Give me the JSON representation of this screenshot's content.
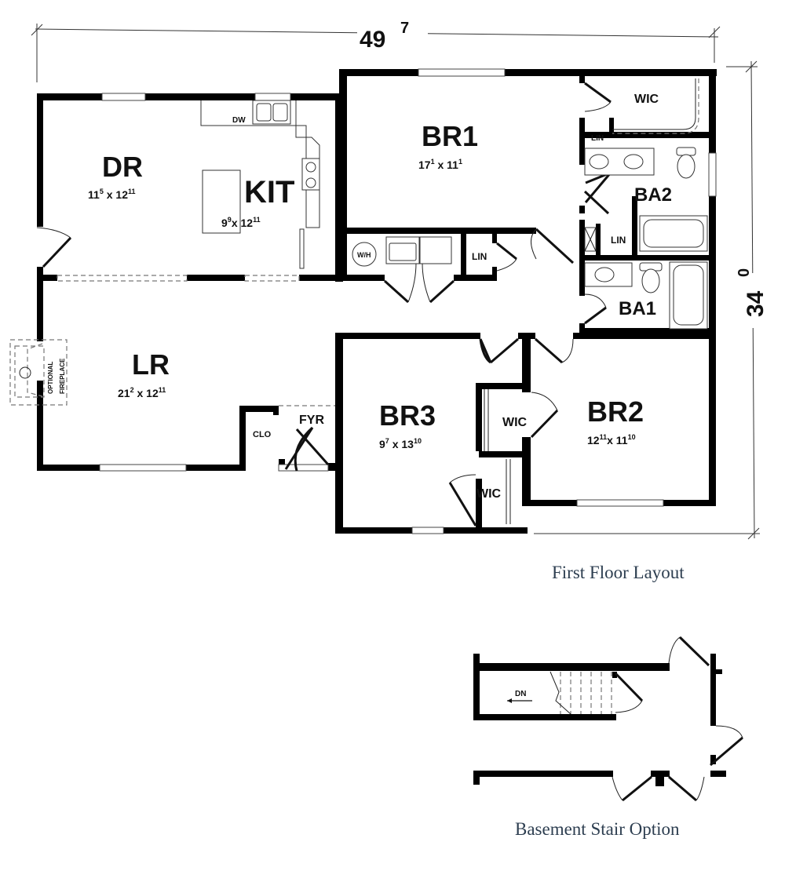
{
  "overall_width": {
    "feet": "49",
    "inches": "7"
  },
  "overall_depth": {
    "feet": "34",
    "inches": "0"
  },
  "rooms": {
    "dr": {
      "name": "DR",
      "w": "11",
      "w_in": "5",
      "h": "12",
      "h_in": "11"
    },
    "kit": {
      "name": "KIT",
      "w": "9",
      "w_in": "9",
      "h": "12",
      "h_in": "11"
    },
    "lr": {
      "name": "LR",
      "w": "21",
      "w_in": "2",
      "h": "12",
      "h_in": "11"
    },
    "br1": {
      "name": "BR1",
      "w": "17",
      "w_in": "1",
      "h": "11",
      "h_in": "1"
    },
    "br2": {
      "name": "BR2",
      "w": "12",
      "w_in": "11",
      "h": "11",
      "h_in": "10"
    },
    "br3": {
      "name": "BR3",
      "w": "9",
      "w_in": "7",
      "h": "13",
      "h_in": "10"
    },
    "ba1": {
      "name": "BA1"
    },
    "ba2": {
      "name": "BA2"
    }
  },
  "small_labels": {
    "wic_br1": "WIC",
    "wic_br2": "WIC",
    "wic_br3": "WIC",
    "lin_wic": "LIN",
    "lin_bath": "LIN",
    "lin_hall": "LIN",
    "clo": "CLO",
    "fyr": "FYR",
    "dw": "DW",
    "wh": "W/H",
    "fireplace_line1": "OPTIONAL",
    "fireplace_line2": "FIREPLACE",
    "dn": "DN"
  },
  "captions": {
    "first_floor": "First Floor Layout",
    "basement": "Basement Stair Option"
  }
}
